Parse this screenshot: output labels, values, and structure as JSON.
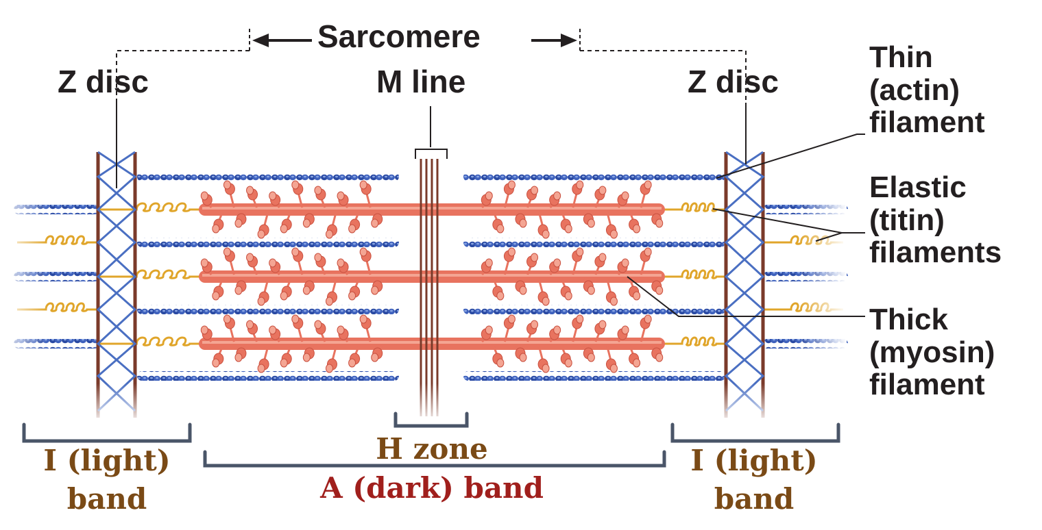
{
  "labels": {
    "sarcomere": "Sarcomere",
    "z_disc_left": "Z disc",
    "m_line": "M line",
    "z_disc_right": "Z disc",
    "thin_1": "Thin",
    "thin_2": "(actin)",
    "thin_3": "filament",
    "elastic_1": "Elastic",
    "elastic_2": "(titin)",
    "elastic_3": "filaments",
    "thick_1": "Thick",
    "thick_2": "(myosin)",
    "thick_3": "filament",
    "i_band_left_1": "I (light)",
    "i_band_left_2": "band",
    "h_zone": "H zone",
    "a_band": "A (dark) band",
    "i_band_right_1": "I (light)",
    "i_band_right_2": "band"
  },
  "colors": {
    "actin": "#2a4aa3",
    "actin_light": "#6f8fd8",
    "titin": "#e0a52a",
    "myosin": "#e8735f",
    "myosin_light": "#f4a593",
    "z_line": "#7a3a2a",
    "z_cross": "#4a6fc2",
    "bracket": "#4a5568",
    "leader": "#231f20"
  }
}
